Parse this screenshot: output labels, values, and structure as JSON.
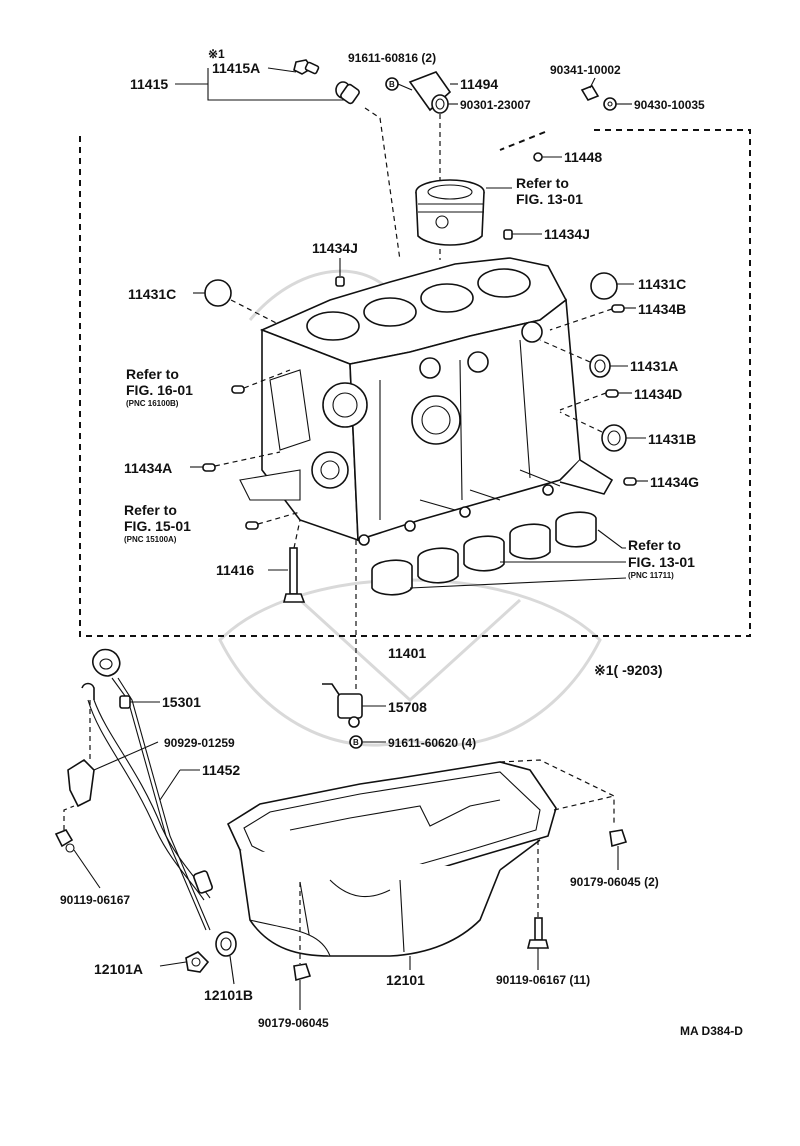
{
  "labels": {
    "note_mark": "※1",
    "p11415": "11415",
    "p11415a": "11415A",
    "p91611_60816": "91611-60816 (2)",
    "p11494": "11494",
    "p90301_23007": "90301-23007",
    "p90341_10002": "90341-10002",
    "p90430_10035": "90430-10035",
    "p11448": "11448",
    "refer_1301_a": "Refer to",
    "refer_1301_b": "FIG. 13-01",
    "p11434j_right": "11434J",
    "p11434j_left": "11434J",
    "p11431c_left": "11431C",
    "p11431c_right": "11431C",
    "p11434b": "11434B",
    "p11431a": "11431A",
    "refer_1601_a": "Refer to",
    "refer_1601_b": "FIG. 16-01",
    "refer_1601_pnc": "(PNC 16100B)",
    "p11434d": "11434D",
    "p11431b": "11431B",
    "p11434a": "11434A",
    "p11434g": "11434G",
    "refer_1501_a": "Refer to",
    "refer_1501_b": "FIG. 15-01",
    "refer_1501_pnc": "(PNC 15100A)",
    "refer_1301b_a": "Refer to",
    "refer_1301b_b": "FIG. 13-01",
    "refer_1301b_pnc": "(PNC 11711)",
    "p11416": "11416",
    "p11401": "11401",
    "note_range": "※1(      -9203)",
    "p15301": "15301",
    "p15708": "15708",
    "p90929_01259": "90929-01259",
    "p91611_60620": "91611-60620 (4)",
    "p11452": "11452",
    "p90119_06167": "90119-06167",
    "p90179_06045_2": "90179-06045 (2)",
    "p12101a": "12101A",
    "p12101b": "12101B",
    "p12101": "12101",
    "p90119_06167_11": "90119-06167 (11)",
    "p90179_06045": "90179-06045",
    "code": "MA D384-D"
  }
}
